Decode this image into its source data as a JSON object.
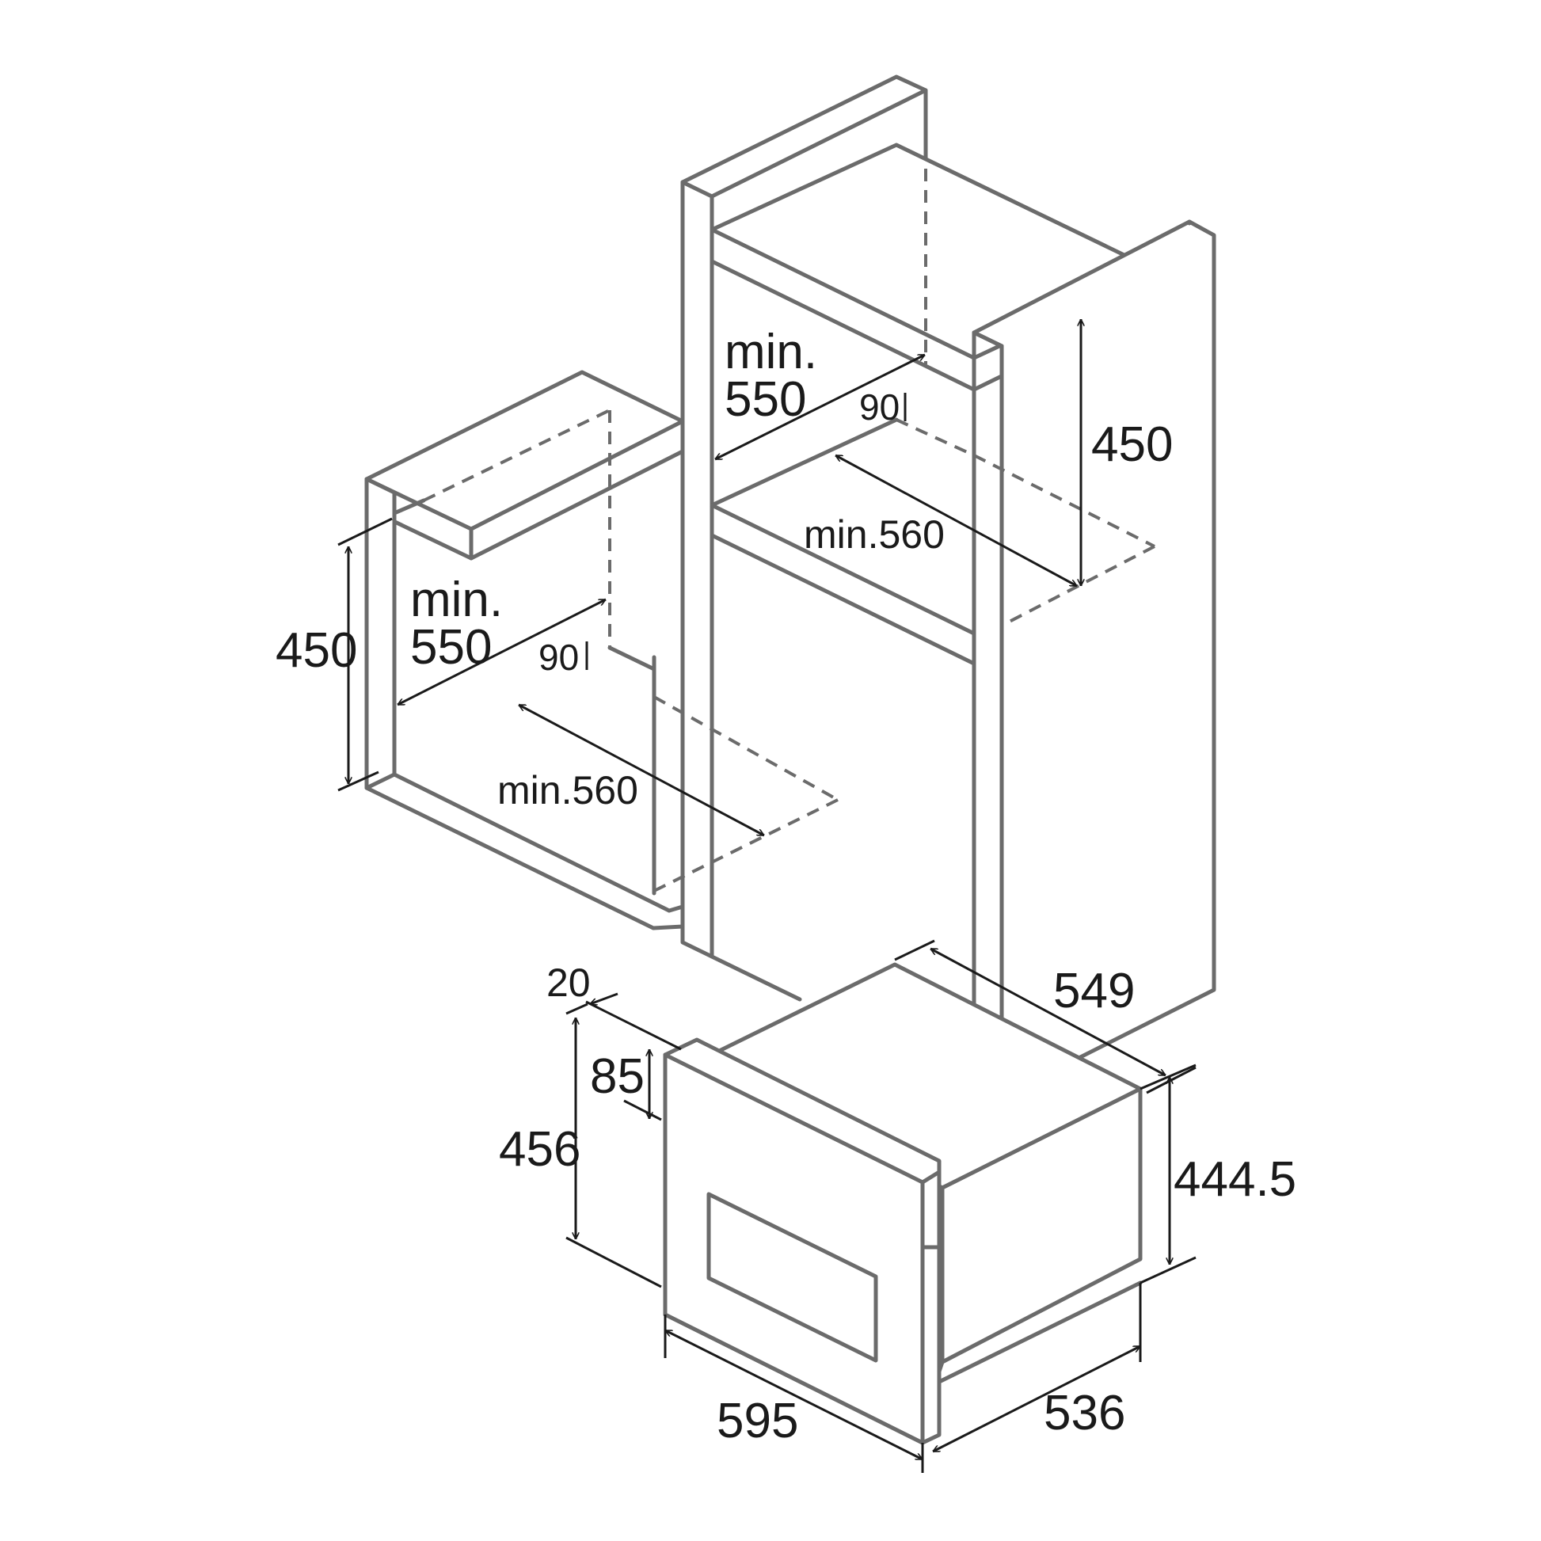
{
  "dimensions": {
    "left_niche": {
      "height": "450",
      "depth_line1": "min.",
      "depth_line2": "550",
      "clearance": "90",
      "width": "min.560"
    },
    "right_niche": {
      "height": "450",
      "depth_line1": "min.",
      "depth_line2": "550",
      "clearance": "90",
      "width": "min.560"
    },
    "appliance": {
      "frame_thickness": "20",
      "top_panel": "85",
      "front_height": "456",
      "body_height": "444.5",
      "body_depth": "549",
      "front_width": "595",
      "body_width": "536"
    }
  },
  "colors": {
    "outline": "#6b6b6b",
    "dimension": "#1a1a1a",
    "background": "#ffffff"
  }
}
